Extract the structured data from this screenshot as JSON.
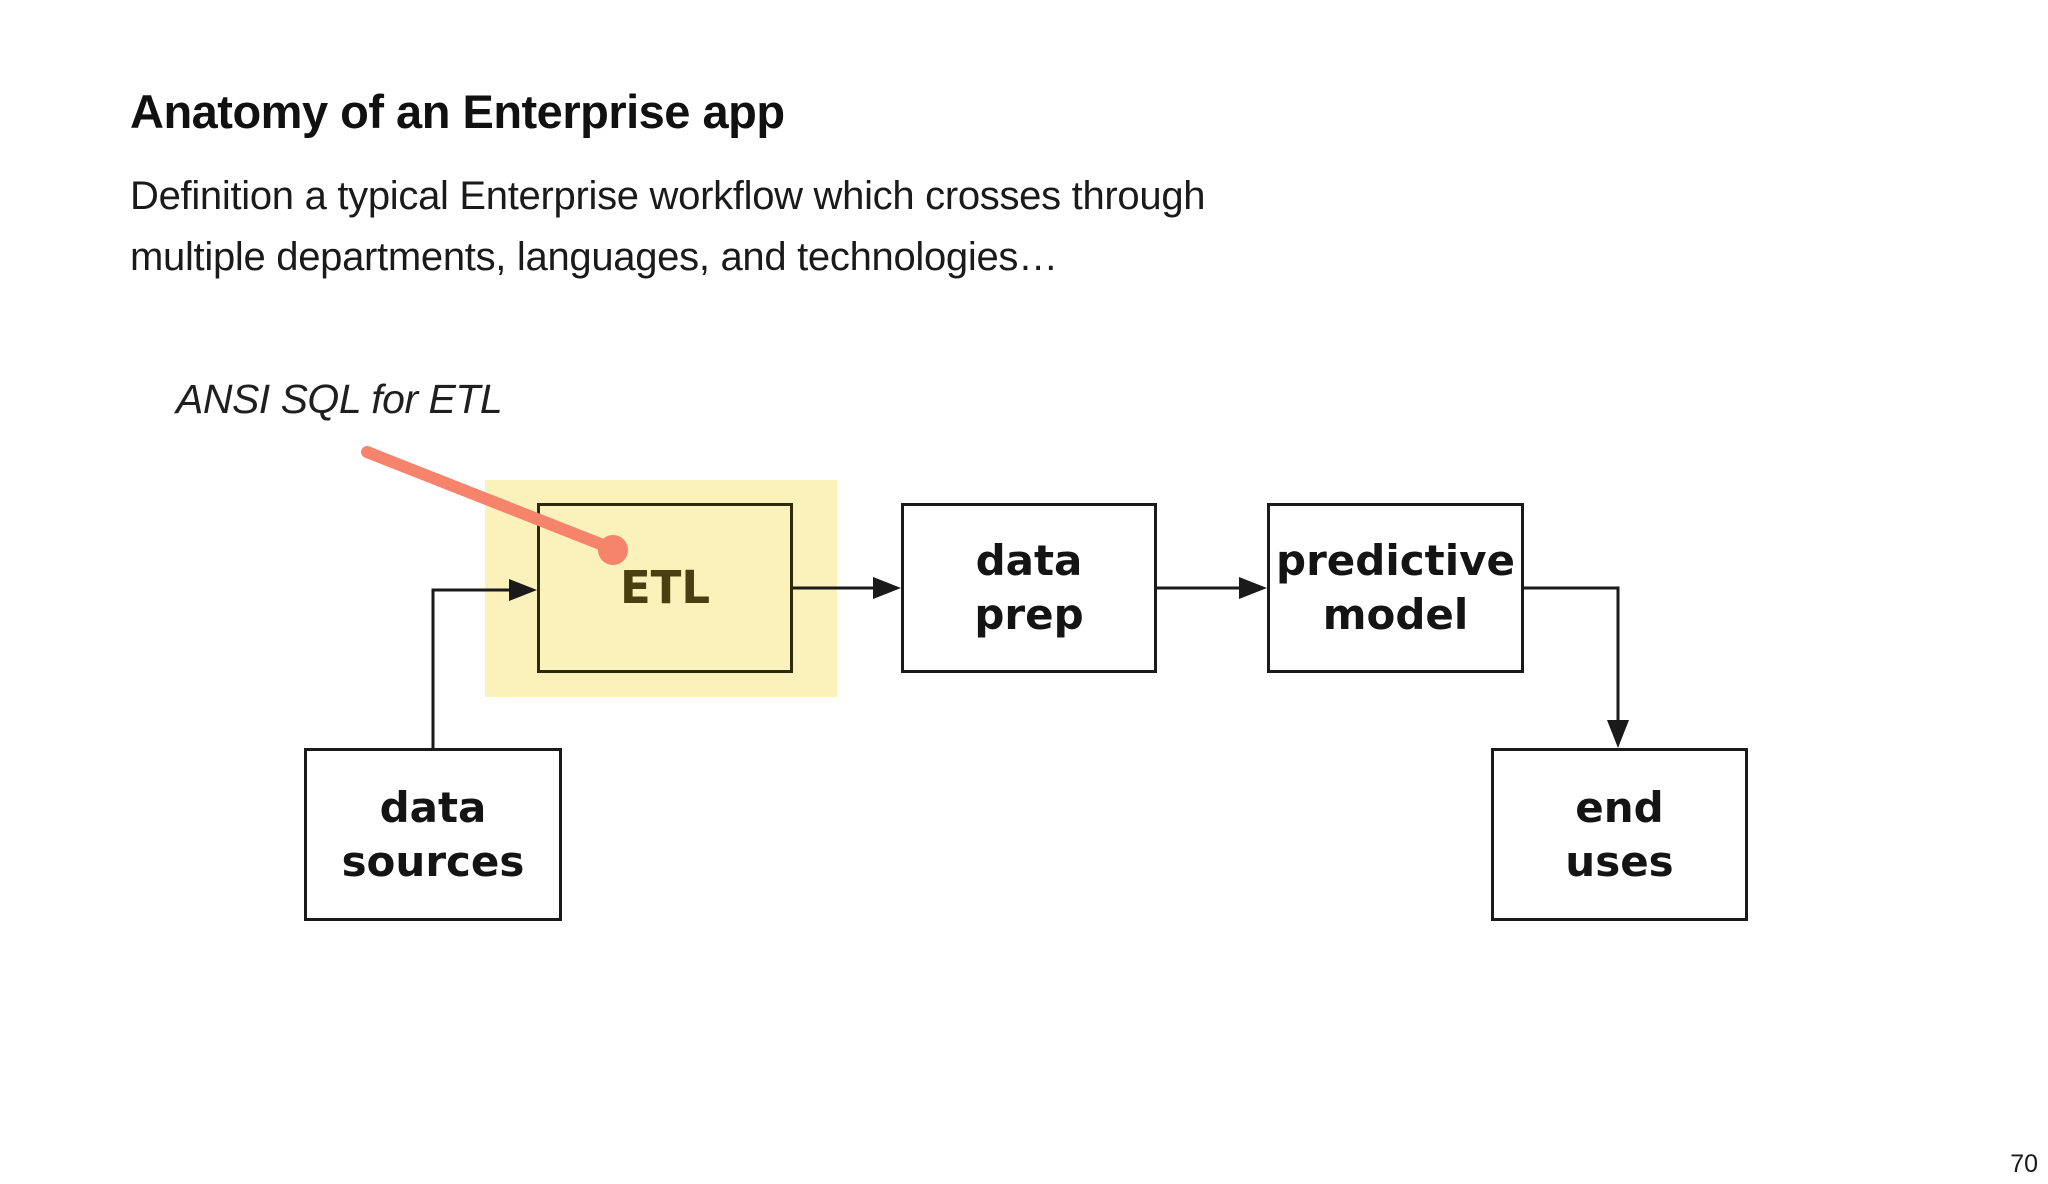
{
  "slide": {
    "title": "Anatomy of an Enterprise app",
    "subtitle": "Definition a typical Enterprise workflow which crosses through\nmultiple departments, languages, and technologies…",
    "page_number": "70"
  },
  "annotation": {
    "label": "ANSI SQL for ETL",
    "target": "etl"
  },
  "colors": {
    "highlight": "#FAF2BA",
    "annotation_accent": "#F6846C",
    "etl_text": "#4A3F10",
    "etl_border": "#2E2A0E",
    "connector": "#1A1A1A",
    "ink": "#111111"
  },
  "diagram": {
    "nodes": {
      "etl": {
        "label": "ETL",
        "highlighted": true
      },
      "data_prep": {
        "label": "data\nprep"
      },
      "predictive_model": {
        "label": "predictive\nmodel"
      },
      "data_sources": {
        "label": "data\nsources"
      },
      "end_uses": {
        "label": "end\nuses"
      }
    },
    "edges": [
      {
        "from": "data_sources",
        "to": "etl"
      },
      {
        "from": "etl",
        "to": "data_prep"
      },
      {
        "from": "data_prep",
        "to": "predictive_model"
      },
      {
        "from": "predictive_model",
        "to": "end_uses"
      }
    ]
  }
}
